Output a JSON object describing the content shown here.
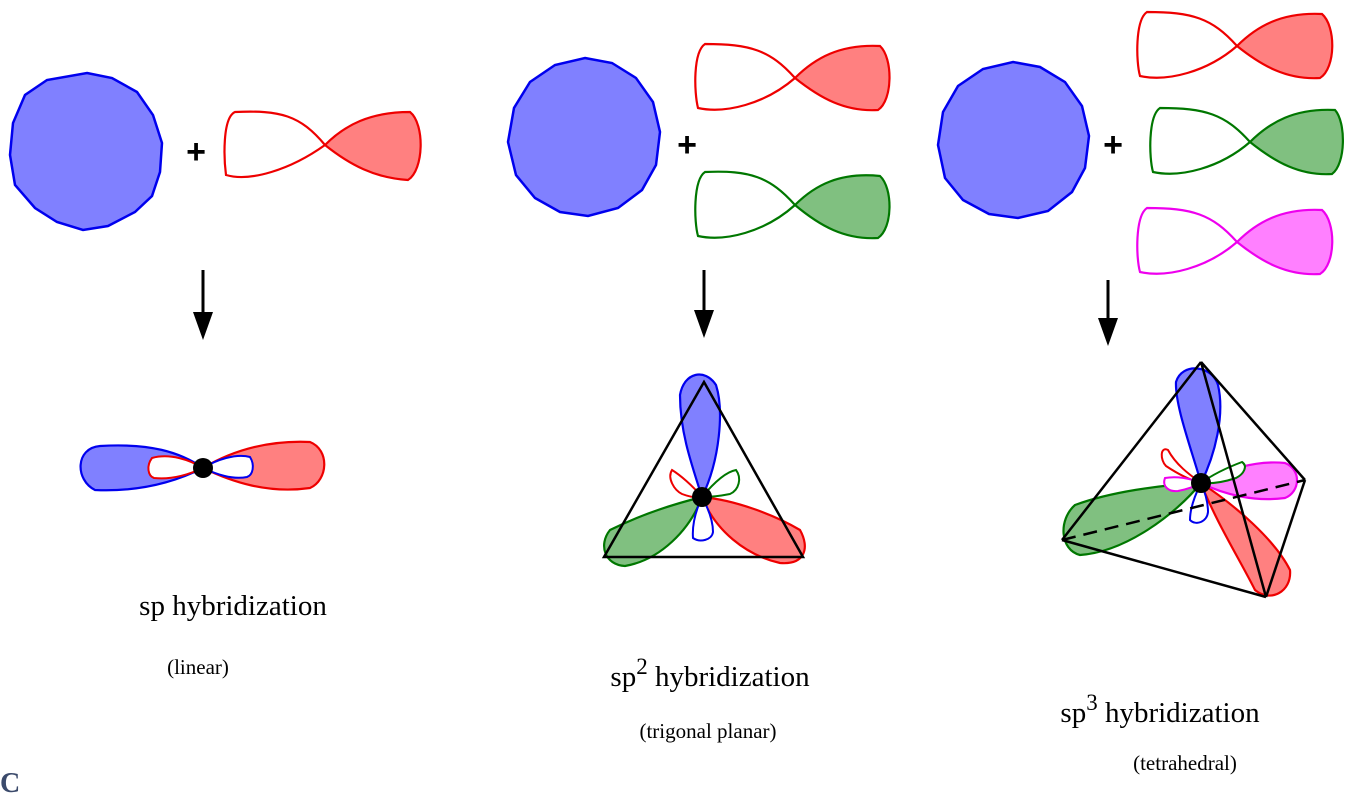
{
  "colors": {
    "s_orbital": "#8080ff",
    "s_edge": "#0000ee",
    "p_red": "#ff8080",
    "p_red_edge": "#ee0000",
    "p_green": "#80c080",
    "p_green_edge": "#007700",
    "p_magenta": "#ff80ff",
    "p_magenta_edge": "#ee00ee",
    "nucleus": "#000000",
    "frame": "#000000"
  },
  "panels": [
    {
      "name_prefix": "sp",
      "name_sup": "",
      "name_suffix": " hybridization",
      "geometry": "(linear)"
    },
    {
      "name_prefix": "sp",
      "name_sup": "2",
      "name_suffix": " hybridization",
      "geometry": "(trigonal planar)"
    },
    {
      "name_prefix": "sp",
      "name_sup": "3",
      "name_suffix": " hybridization",
      "geometry": "(tetrahedral)"
    }
  ],
  "operator": "+",
  "partial_bottom_text": "C"
}
